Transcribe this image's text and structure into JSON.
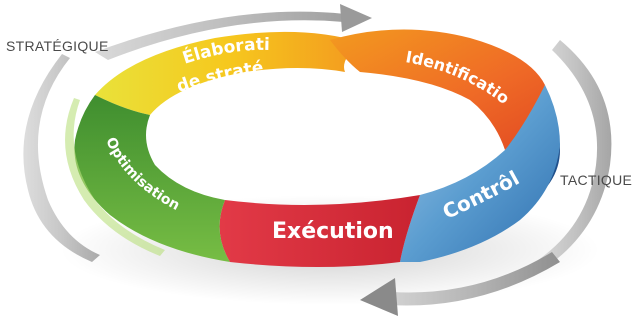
{
  "labels": {
    "strategic": "STRATÉGIQUE",
    "tactical": "TACTIQUE"
  },
  "segments": {
    "elaboration_line1": "Élaboration",
    "elaboration_line2": "de stratégies",
    "identification": "Identification",
    "controle": "Contrôle",
    "execution": "Exécution",
    "optimisation": "Optimisation"
  },
  "colors": {
    "elaboration": "#f4c21f",
    "identification": "#ef6a26",
    "controle": "#4f92c8",
    "execution": "#dc2d3b",
    "optimisation": "#58a53a",
    "arrows": "#a9a9a9"
  }
}
